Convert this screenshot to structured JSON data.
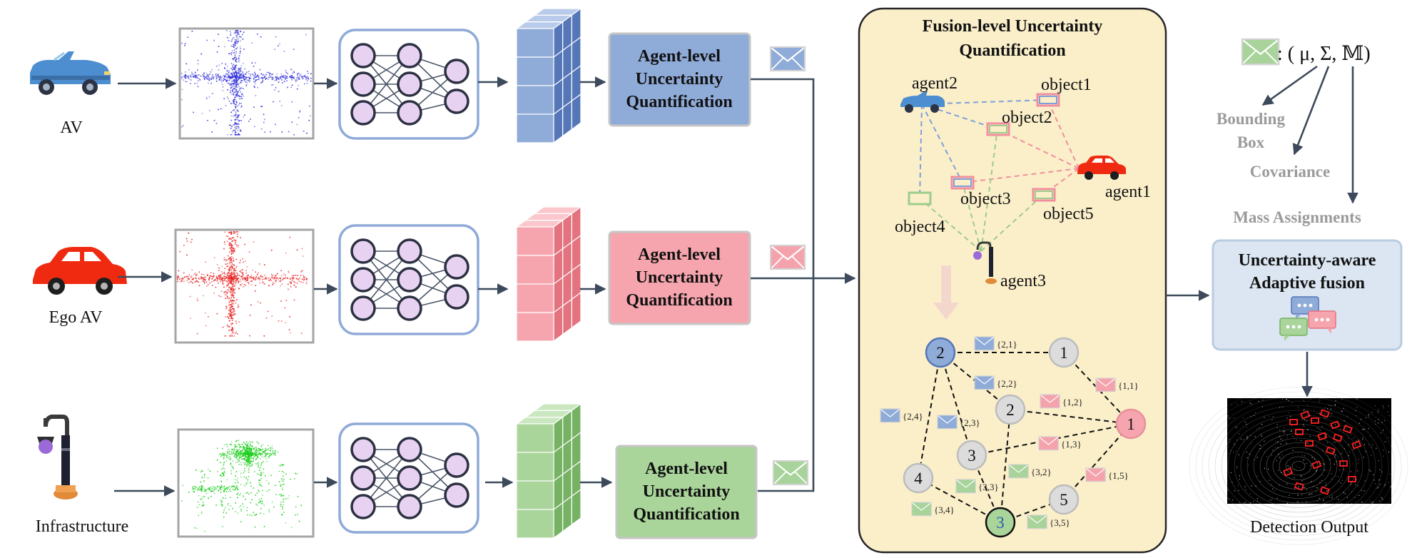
{
  "agents": [
    {
      "label": "AV",
      "box": [
        "Agent-level",
        "Uncertainty",
        "Quantification"
      ],
      "color": "#8fabd8",
      "dark": "#5577b8",
      "light": "#b9cbea",
      "env": "#8fabd8"
    },
    {
      "label": "Ego AV",
      "box": [
        "Agent-level",
        "Uncertainty",
        "Quantification"
      ],
      "color": "#f6a5ae",
      "dark": "#e2737f",
      "light": "#fbc7cd",
      "env": "#f4a3ad"
    },
    {
      "label": "Infrastructure",
      "box": [
        "Agent-level",
        "Uncertainty",
        "Quantification"
      ],
      "color": "#a9d49a",
      "dark": "#76b263",
      "light": "#cbe7c0",
      "env": "#a8d39a"
    }
  ],
  "fusion": {
    "title": [
      "Fusion-level Uncertainty",
      "Quantification"
    ],
    "agent_labels": [
      "agent2",
      "agent1",
      "agent3"
    ],
    "object_labels": [
      "object1",
      "object2",
      "object3",
      "object4",
      "object5"
    ]
  },
  "graph": {
    "nodes": [
      "2",
      "1",
      "2",
      "1",
      "3",
      "4",
      "5",
      "3"
    ],
    "edges": [
      "{2,1}",
      "{2,2}",
      "{2,3}",
      "{2,4}",
      "{1,1}",
      "{1,2}",
      "{1,3}",
      "{1,5}",
      "{3,2}",
      "{3,3}",
      "{3,4}",
      "{3,5}"
    ]
  },
  "legend": {
    "tuple": ": ( μ, Σ, 𝕄)",
    "items": [
      "Bounding",
      "Box",
      "Covariance",
      "Mass Assignments"
    ]
  },
  "adaptive": {
    "lines": [
      "Uncertainty-aware",
      "Adaptive fusion"
    ]
  },
  "output": {
    "label": "Detection Output"
  }
}
